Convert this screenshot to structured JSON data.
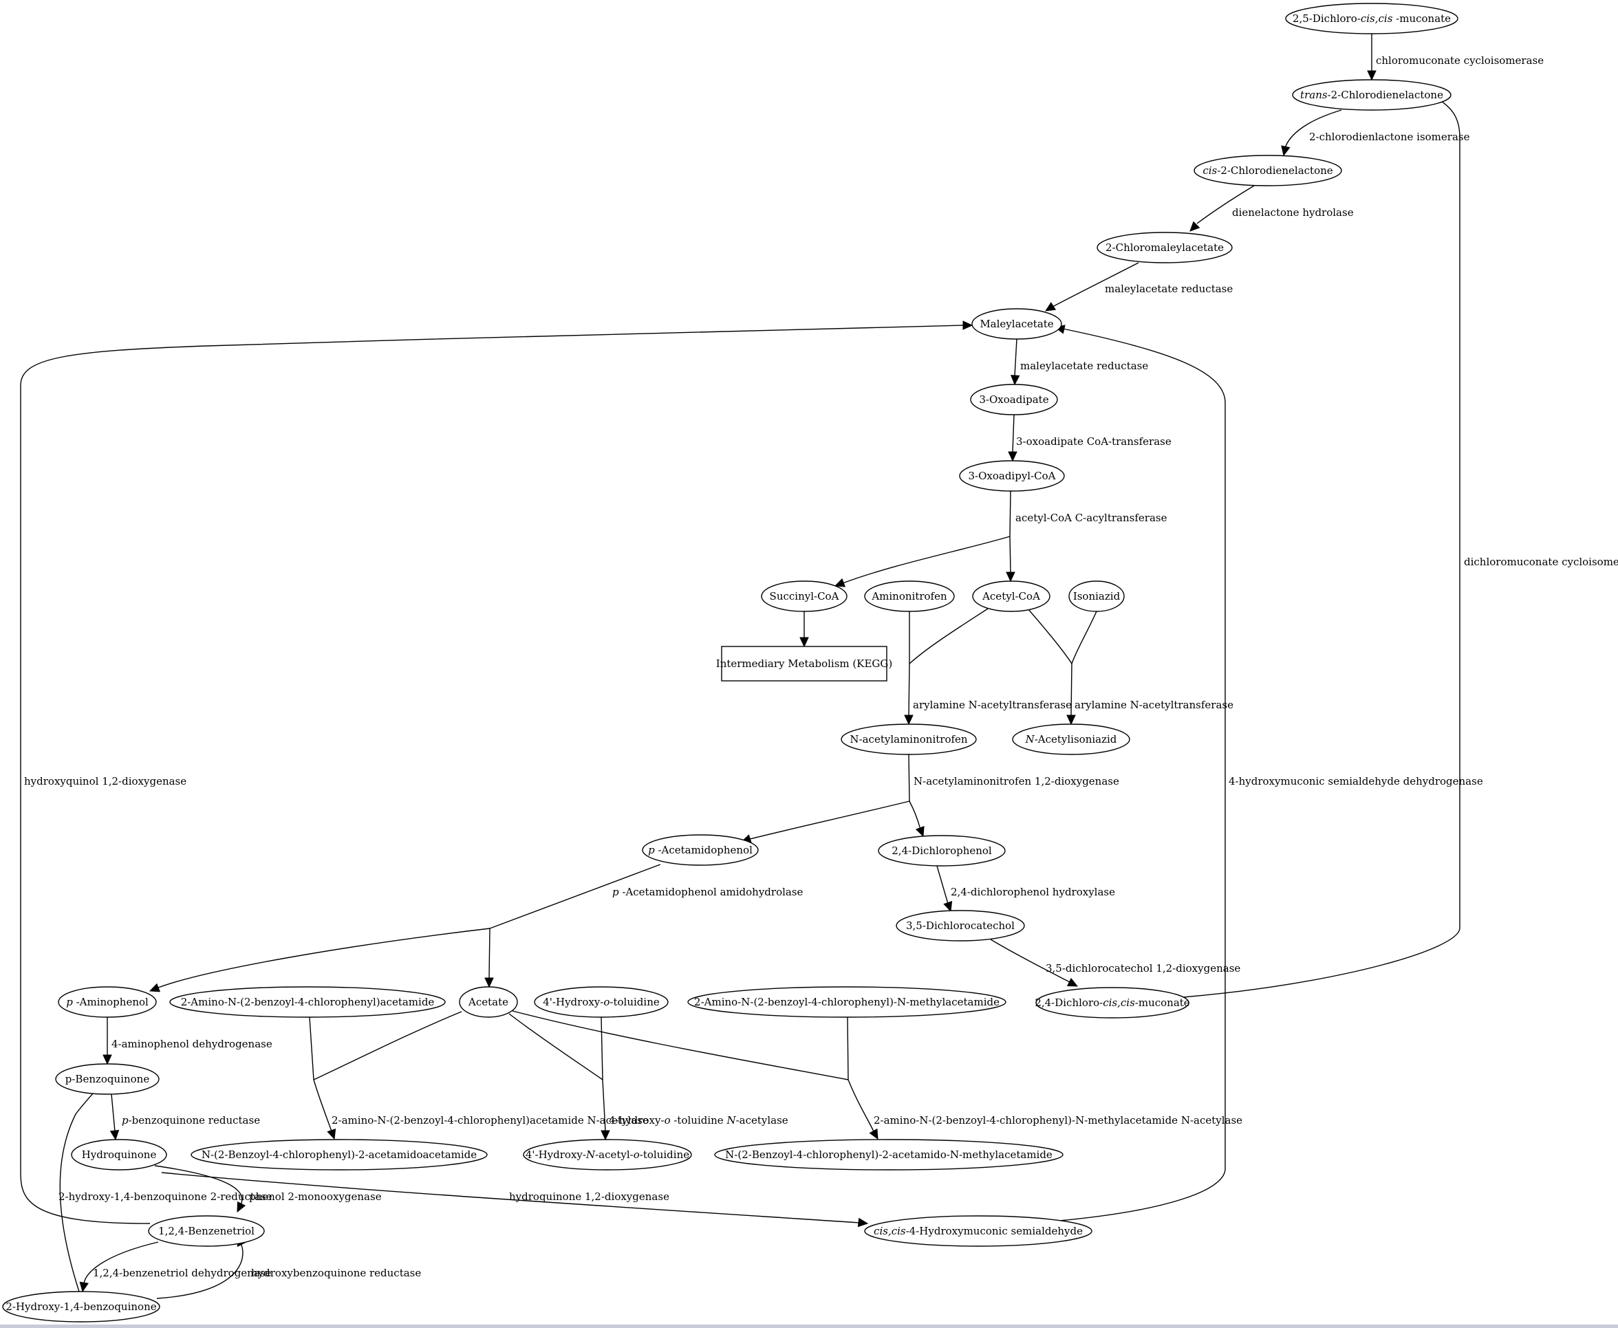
{
  "nodes": {
    "dichloro_25_muconate": [
      "2,5-Dichloro-",
      "cis,cis",
      " -muconate"
    ],
    "trans_chlorodienelactone": [
      "",
      "trans",
      "-2-Chlorodienelactone"
    ],
    "cis_chlorodienelactone": [
      "",
      "cis",
      "-2-Chlorodienelactone"
    ],
    "chloromaleylacetate": [
      "2-Chloromaleylacetate"
    ],
    "maleylacetate": [
      "Maleylacetate"
    ],
    "oxoadipate": [
      "3-Oxoadipate"
    ],
    "oxoadipyl_coa": [
      "3-Oxoadipyl-CoA"
    ],
    "succinyl_coa": [
      "Succinyl-CoA"
    ],
    "aminonitrofen": [
      "Aminonitrofen"
    ],
    "acetyl_coa": [
      "Acetyl-CoA"
    ],
    "isoniazid": [
      "Isoniazid"
    ],
    "intermediary_metabolism": [
      "Intermediary Metabolism (KEGG)"
    ],
    "n_acetylaminonitrofen": [
      "N-acetylaminonitrofen"
    ],
    "n_acetylisoniazid": [
      "",
      "N",
      "-Acetylisoniazid"
    ],
    "p_acetamidophenol": [
      "",
      "p",
      " -Acetamidophenol"
    ],
    "dichlorophenol_24": [
      "2,4-Dichlorophenol"
    ],
    "dichlorocatechol_35": [
      "3,5-Dichlorocatechol"
    ],
    "p_aminophenol": [
      "",
      "p",
      " -Aminophenol"
    ],
    "amino_benzoyl_acetamide": [
      "2-Amino-N-(2-benzoyl-4-chlorophenyl)acetamide"
    ],
    "acetate": [
      "Acetate"
    ],
    "hydroxy_toluidine": [
      "4'-Hydroxy-",
      "o",
      "-toluidine"
    ],
    "amino_benzoyl_methylacetamide": [
      "2-Amino-N-(2-benzoyl-4-chlorophenyl)-N-methylacetamide"
    ],
    "dichloro_24_muconate": [
      "2,4-Dichloro-",
      "cis,cis",
      "-muconate"
    ],
    "p_benzoquinone": [
      "p-Benzoquinone"
    ],
    "hydroquinone": [
      "Hydroquinone"
    ],
    "benzoyl_acetamidoacetamide": [
      "N-(2-Benzoyl-4-chlorophenyl)-2-acetamidoacetamide"
    ],
    "hydroxy_acetyl_toluidine": [
      "4'-Hydroxy-",
      "N",
      "-acetyl-",
      "o",
      "-toluidine"
    ],
    "benzoyl_acetamido_methylacetamide": [
      "N-(2-Benzoyl-4-chlorophenyl)-2-acetamido-N-methylacetamide"
    ],
    "benzenetriol": [
      "1,2,4-Benzenetriol"
    ],
    "hydroxymuconic_semialdehyde": [
      "",
      "cis,cis",
      "-4-Hydroxymuconic semialdehyde"
    ],
    "hydroxy_benzoquinone": [
      "2-Hydroxy-1,4-benzoquinone"
    ]
  },
  "edge_labels": {
    "chloromuconate_cycloisomerase": [
      "chloromuconate cycloisomerase"
    ],
    "chlorodienlactone_isomerase": [
      "2-chlorodienlactone isomerase"
    ],
    "dienelactone_hydrolase": [
      "dienelactone hydrolase"
    ],
    "maleylacetate_reductase_1": [
      "maleylacetate reductase"
    ],
    "maleylacetate_reductase_2": [
      "maleylacetate reductase"
    ],
    "oxoadipate_coa_transferase": [
      "3-oxoadipate CoA-transferase"
    ],
    "acetyl_coa_acyltransferase": [
      "acetyl-CoA C-acyltransferase"
    ],
    "arylamine_nat_1": [
      "arylamine N-acetyltransferase"
    ],
    "arylamine_nat_2": [
      "arylamine N-acetyltransferase"
    ],
    "n_acetylaminonitrofen_dioxygenase": [
      "N-acetylaminonitrofen 1,2-dioxygenase"
    ],
    "p_acetamidophenol_amidohydrolase": [
      "",
      "p",
      " -Acetamidophenol amidohydrolase"
    ],
    "dichlorophenol_hydroxylase": [
      "2,4-dichlorophenol hydroxylase"
    ],
    "dichlorocatechol_dioxygenase": [
      "3,5-dichlorocatechol 1,2-dioxygenase"
    ],
    "dichloromuconate_cycloisomerase": [
      "dichloromuconate cycloisomerase"
    ],
    "aminophenol_dehydrogenase": [
      "4-aminophenol dehydrogenase"
    ],
    "p_benzoquinone_reductase": [
      "",
      "p",
      "-benzoquinone reductase"
    ],
    "amino_benzoyl_acetamide_nat": [
      "2-amino-N-(2-benzoyl-4-chlorophenyl)acetamide N-acetylase"
    ],
    "hydroxy_toluidine_nat": [
      "4-hydroxy-",
      "o",
      " -toluidine ",
      "N",
      "-acetylase"
    ],
    "amino_benzoyl_methylacetamide_nat": [
      "2-amino-N-(2-benzoyl-4-chlorophenyl)-N-methylacetamide N-acetylase"
    ],
    "hydroxyquinol_dioxygenase": [
      "hydroxyquinol 1,2-dioxygenase"
    ],
    "hydroxymuconic_semialdehyde_dehydrogenase": [
      "4-hydroxymuconic semialdehyde dehydrogenase"
    ],
    "hydroxy_benzoquinone_reductase": [
      "2-hydroxy-1,4-benzoquinone 2-reductase"
    ],
    "phenol_monooxygenase": [
      "phenol 2-monooxygenase"
    ],
    "hydroquinone_dioxygenase": [
      "hydroquinone 1,2-dioxygenase"
    ],
    "benzenetriol_dehydrogenase": [
      "1,2,4-benzenetriol dehydrogenase"
    ],
    "hydroxybenzoquinone_reductase": [
      "hydroxybenzoquinone reductase"
    ]
  }
}
